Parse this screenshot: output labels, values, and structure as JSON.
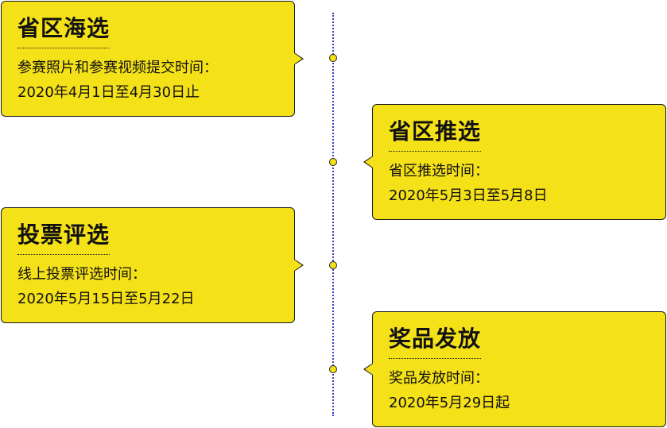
{
  "timeline": {
    "stages": [
      {
        "title": "省区海选",
        "desc": "参赛照片和参赛视频提交时间：",
        "date": "2020年4月1日至4月30日止"
      },
      {
        "title": "省区推选",
        "desc": "省区推选时间：",
        "date": "2020年5月3日至5月8日"
      },
      {
        "title": "投票评选",
        "desc": "线上投票评选时间：",
        "date": "2020年5月15日至5月22日"
      },
      {
        "title": "奖品发放",
        "desc": "奖品发放时间：",
        "date": "2020年5月29日起"
      }
    ]
  },
  "colors": {
    "card_fill": "#f5e118",
    "border": "#1a1a1a",
    "line": "#3b3fbf"
  }
}
